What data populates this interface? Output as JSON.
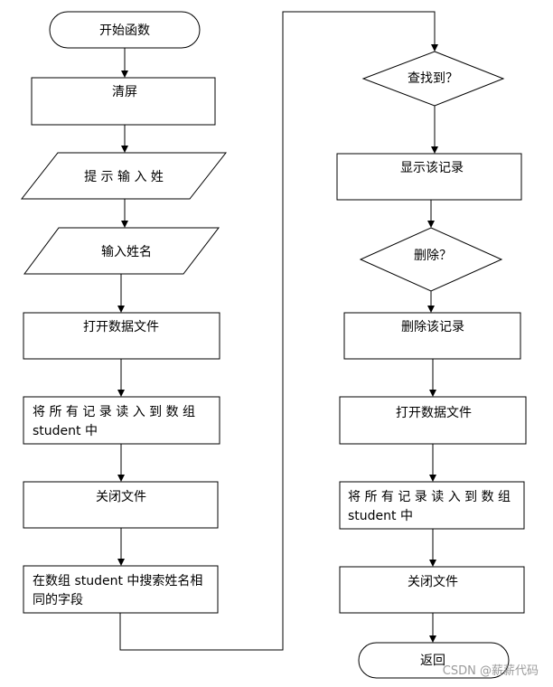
{
  "nodes": {
    "start": "开始函数",
    "clear_screen": "清屏",
    "prompt_surname": "提 示 输 入 姓",
    "input_name": "输入姓名",
    "open_file_1": "打开数据文件",
    "read_records_1": {
      "line1": "将 所 有 记 录 读 入 到 数 组",
      "line2": "student 中"
    },
    "close_file_1": "关闭文件",
    "search": {
      "line1": "在数组 student 中搜索姓名相",
      "line2": "同的字段"
    },
    "found": "查找到？",
    "show_record": "显示该记录",
    "delete_q": "删除？",
    "delete_record": "删除该记录",
    "open_file_2": "打开数据文件",
    "read_records_2": {
      "line1": "将 所 有 记 录 读 入 到 数 组",
      "line2": "student 中"
    },
    "close_file_2": "关闭文件",
    "return": "返回"
  },
  "watermark": "CSDN @薪薪代码"
}
